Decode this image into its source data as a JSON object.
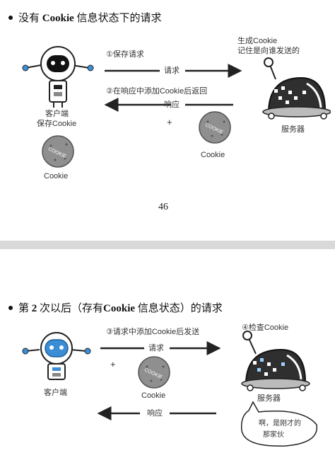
{
  "page1": {
    "heading": {
      "prefix": "没有",
      "bold": "Cookie",
      "suffix": "信息状态下的请求"
    },
    "diagram": {
      "client_label_1": "客户端",
      "client_label_2": "保存Cookie",
      "server_label": "服务器",
      "server_note_1": "生成Cookie",
      "server_note_2": "记住是向谁发送的",
      "step1": "①保存请求",
      "request_arrow": "请求",
      "step2": "②在响应中添加Cookie后返回",
      "response_arrow": "响应",
      "plus": "+",
      "cookie_label_server": "Cookie",
      "cookie_label_client": "Cookie",
      "cookie_text": "COOKIE"
    },
    "page_number": "46"
  },
  "page2": {
    "heading": {
      "prefix": "第",
      "bold_num": "2",
      "middle": "次以后（存有",
      "bold": "Cookie",
      "suffix": "信息状态）的请求"
    },
    "diagram": {
      "client_label": "客户端",
      "server_label": "服务器",
      "step3": "③请求中添加Cookie后发送",
      "request_arrow": "请求",
      "step4": "④检查Cookie",
      "plus": "+",
      "cookie_label": "Cookie",
      "cookie_text": "COOKIE",
      "response_arrow": "响应",
      "bubble_1": "啊，是刚才的",
      "bubble_2": "那家伙"
    }
  },
  "colors": {
    "separator": "#d9d9d9",
    "robot_blue": "#3b8ed6",
    "server_dark": "#2f2f2f",
    "cookie_gray": "#8f8f8f"
  }
}
